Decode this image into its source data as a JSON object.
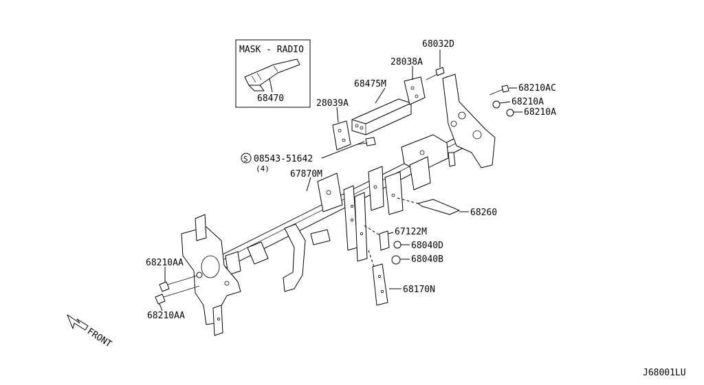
{
  "inset": {
    "title": "MASK - RADIO",
    "part": "68470"
  },
  "labels": {
    "p68032D": "68032D",
    "p28038A": "28038A",
    "p68475M": "68475M",
    "p68210AC": "68210AC",
    "p68210A_1": "68210A",
    "p68210A_2": "68210A",
    "p28039A": "28039A",
    "p08543": "08543-51642",
    "p08543_qty": "(4)",
    "p08543_symbol": "S",
    "p67870M": "67870M",
    "p68260": "68260",
    "p67122M": "67122M",
    "p68040D": "68040D",
    "p68040B": "68040B",
    "p68170N": "68170N",
    "p68210AA_1": "68210AA",
    "p68210AA_2": "68210AA"
  },
  "front_label": "FRONT",
  "diagram_code": "J68001LU"
}
